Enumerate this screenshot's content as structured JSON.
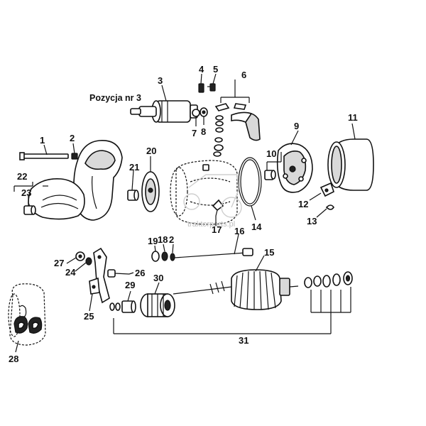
{
  "heading": "Pozycja nr 3",
  "watermark": "traktorparts.pl",
  "callouts": [
    "1",
    "2",
    "3",
    "4",
    "5",
    "6",
    "7",
    "8",
    "9",
    "10",
    "11",
    "12",
    "13",
    "14",
    "15",
    "16",
    "17",
    "18",
    "19",
    "2",
    "20",
    "21",
    "22",
    "23",
    "24",
    "25",
    "26",
    "27",
    "28",
    "29",
    "30",
    "31"
  ]
}
